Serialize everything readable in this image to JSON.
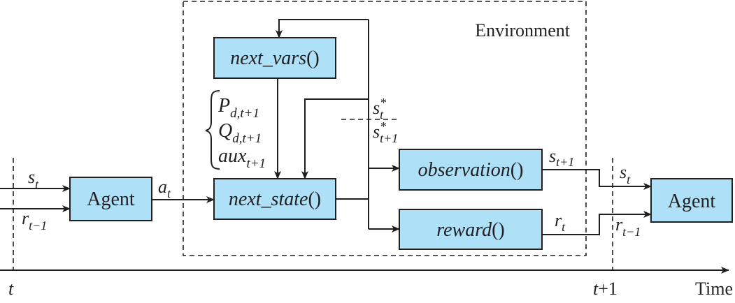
{
  "environment": {
    "label": "Environment"
  },
  "blocks": {
    "agent_left": "Agent",
    "agent_right": "Agent",
    "next_vars": {
      "name": "next_vars",
      "parens": "()"
    },
    "next_state": {
      "name": "next_state",
      "parens": "()"
    },
    "observation": {
      "name": "observation",
      "parens": "()"
    },
    "reward": {
      "name": "reward",
      "parens": "()"
    }
  },
  "signals": {
    "s_t": {
      "base": "s",
      "sub": "t"
    },
    "r_tm1": {
      "base": "r",
      "sub": "t−1"
    },
    "a_t": {
      "base": "a",
      "sub": "t"
    },
    "P": {
      "base": "P",
      "sub": "d,t+1"
    },
    "Q": {
      "base": "Q",
      "sub": "d,t+1"
    },
    "aux": {
      "base": "aux",
      "sub": "t+1"
    },
    "s_star_t": {
      "base": "s",
      "sup": "*",
      "sub": "t"
    },
    "s_star_tp1": {
      "base": "s",
      "sup": "*",
      "sub": "t+1"
    },
    "s_tp1": {
      "base": "s",
      "sub": "t+1"
    },
    "r_t": {
      "base": "r",
      "sub": "t"
    },
    "s_t_right": {
      "base": "s",
      "sub": "t"
    },
    "r_tm1_right": {
      "base": "r",
      "sub": "t−1"
    }
  },
  "time_axis": {
    "label": "Time",
    "tick_t": "t",
    "tick_t1": "t+1"
  }
}
